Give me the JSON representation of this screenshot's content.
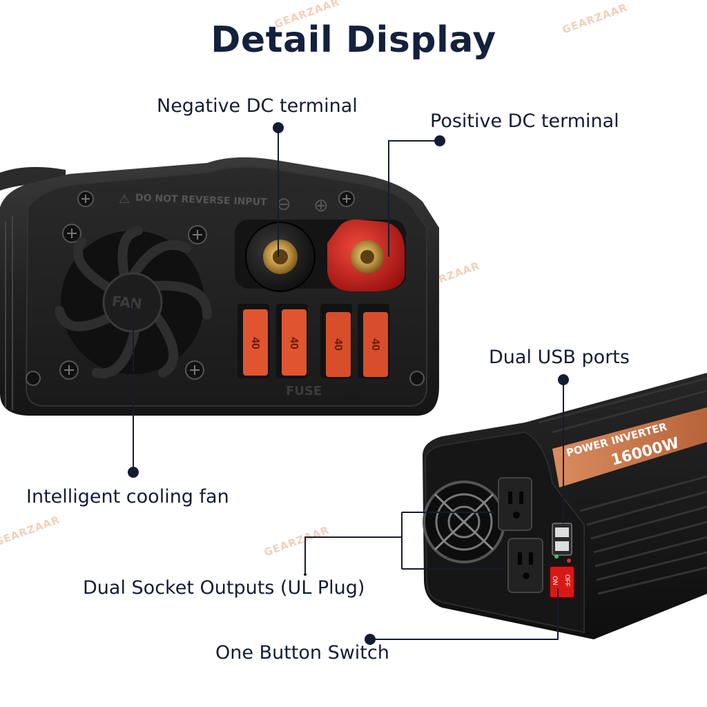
{
  "title": "Detail Display",
  "labels": {
    "negative_dc": "Negative DC terminal",
    "positive_dc": "Positive DC terminal",
    "dual_usb": "Dual USB ports",
    "cooling_fan": "Intelligent cooling fan",
    "socket_outputs": "Dual Socket Outputs (UL Plug)",
    "button_switch": "One Button Switch"
  },
  "device_markings": {
    "warning": "DO NOT REVERSE INPUT",
    "fan": "FAN",
    "fuse": "FUSE",
    "fuse_rating": "40",
    "neg_symbol": "⊖",
    "pos_symbol": "⊕",
    "model_line1": "POWER INVERTER",
    "model_line2": "16000W",
    "switch_on": "ON",
    "switch_off": "OFF"
  },
  "watermark": "GEARZAAR",
  "colors": {
    "title": "#14213d",
    "callout": "#141c33",
    "device_body": "#1d1d1d",
    "terminal_red": "#c81e1e",
    "fuse_orange": "#e0552f",
    "watermark": "#f0c4a8"
  }
}
